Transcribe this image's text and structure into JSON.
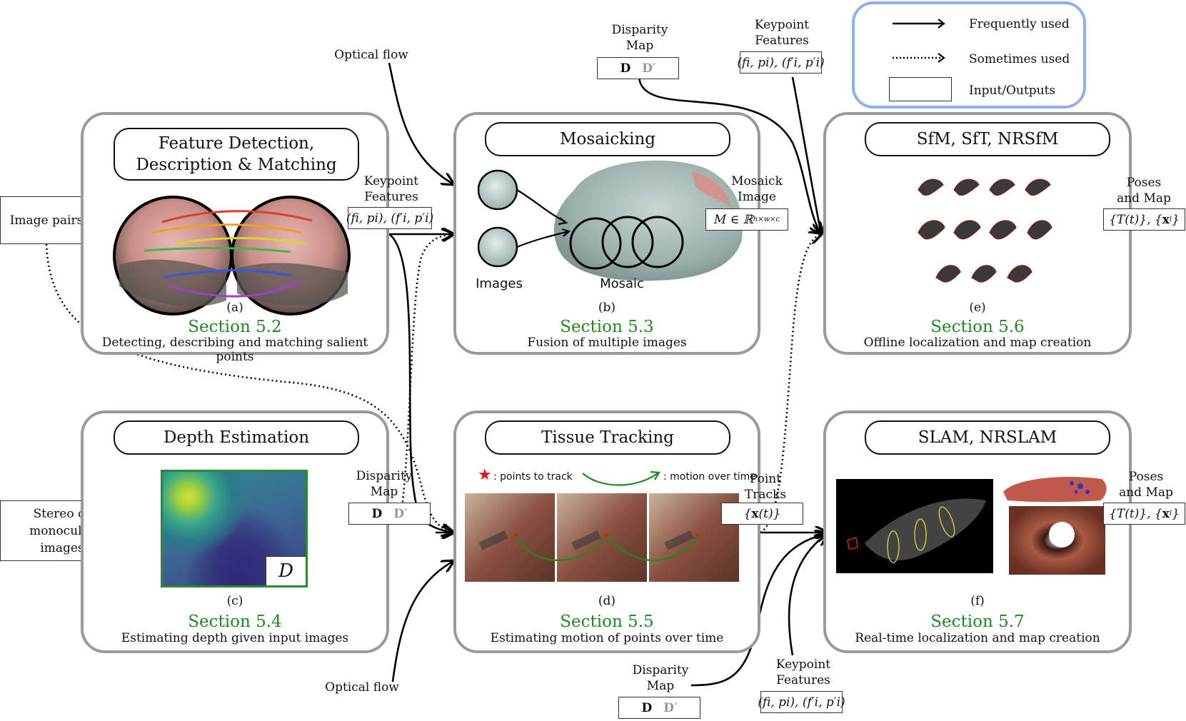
{
  "legend": {
    "frequently": "Frequently used",
    "sometimes": "Sometimes used",
    "io": "Input/Outputs"
  },
  "inputs": {
    "image_pairs": "Image pairs",
    "stereo": "Stereo or monocular\nimages",
    "optical_flow_top": "Optical flow",
    "optical_flow_bottom": "Optical flow"
  },
  "labels": {
    "disparity_map": "Disparity\nMap",
    "keypoint_features": "Keypoint\nFeatures",
    "mosaick_image": "Mosaick\nImage",
    "poses_and_map": "Poses\nand Map",
    "point_tracks": "Point\nTracks"
  },
  "math": {
    "keypoints": "(fi, pi), (f′i, p′i)",
    "disparity_D": "D",
    "disparity_Dprime": "D′",
    "mosaic_M": "M ∈ ℝh×w×c",
    "poses": "{T(t)}, {xl}",
    "tracks": "{x(t)}",
    "depth_D": "D"
  },
  "panels": {
    "a": {
      "title": "Feature Detection,\nDescription & Matching",
      "sub": "(a)",
      "section": "Section 5.2",
      "desc": "Detecting, describing and matching salient  points"
    },
    "b": {
      "title": "Mosaicking",
      "sub": "(b)",
      "section": "Section 5.3",
      "desc": "Fusion of multiple images",
      "images_label": "Images",
      "mosaic_label": "Mosaic"
    },
    "c": {
      "title": "Depth Estimation",
      "sub": "(c)",
      "section": "Section 5.4",
      "desc": "Estimating depth given input images"
    },
    "d": {
      "title": "Tissue Tracking",
      "sub": "(d)",
      "section": "Section 5.5",
      "desc": "Estimating motion of points over time",
      "points_label": ": points to track",
      "motion_label": ": motion over time"
    },
    "e": {
      "title": "SfM, SfT, NRSfM",
      "sub": "(e)",
      "section": "Section 5.6",
      "desc": "Offline localization and map creation"
    },
    "f": {
      "title": "SLAM, NRSLAM",
      "sub": "(f)",
      "section": "Section 5.7",
      "desc": "Real-time localization and map creation"
    }
  },
  "colors": {
    "section": "#1d8a1d",
    "panel_border": "#9a9a9a",
    "legend_border": "#8fb0ee"
  }
}
